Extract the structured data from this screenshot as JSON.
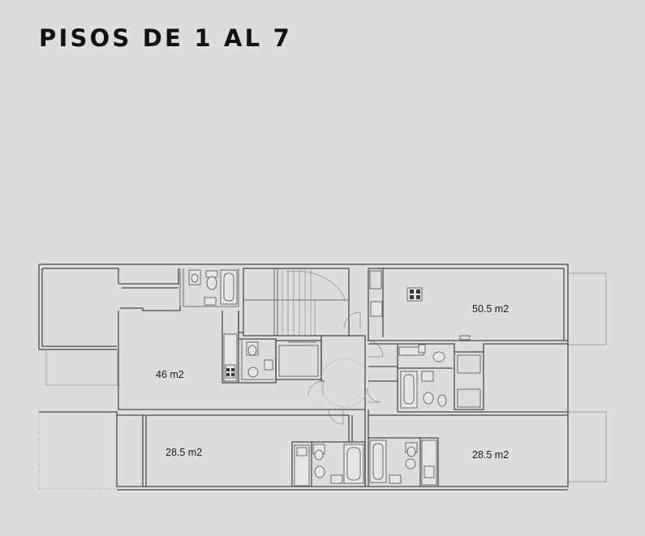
{
  "title": "PISOS DE 1 AL 7",
  "units": [
    {
      "area": "46 m2"
    },
    {
      "area": "50.5 m2"
    },
    {
      "area": "28.5 m2"
    },
    {
      "area": "28.5 m2"
    }
  ],
  "colors": {
    "background": "#dcdddf",
    "walls": "#4a4a4a",
    "text": "#111111"
  }
}
